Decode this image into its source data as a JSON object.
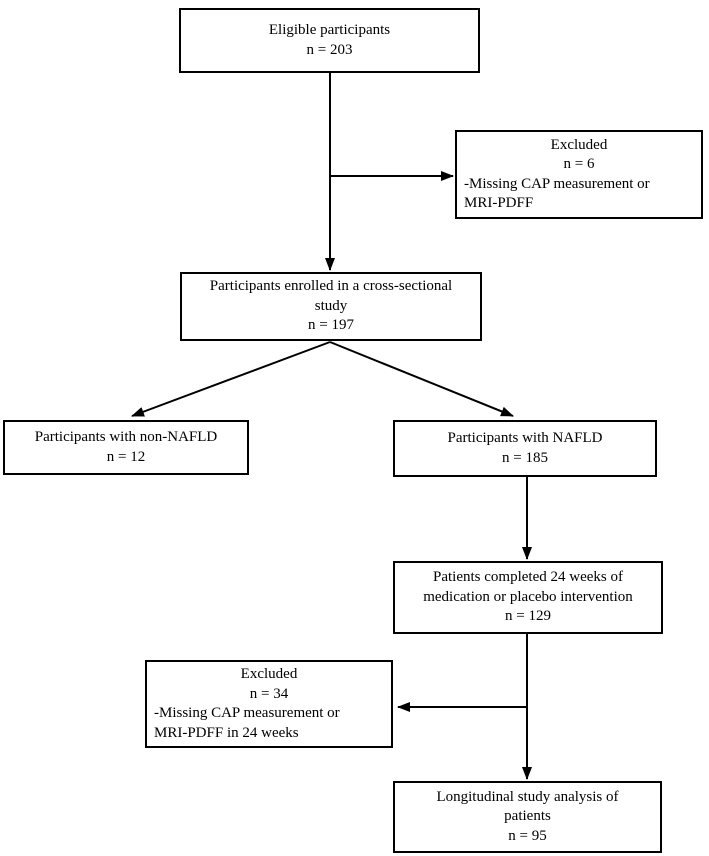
{
  "colors": {
    "background": "#ffffff",
    "box_border": "#000000",
    "connector": "#000000",
    "text": "#000000"
  },
  "diagram": {
    "type": "participant-flow-diagram",
    "boxes": {
      "eligible": {
        "lines": [
          "Eligible participants",
          "n = 203"
        ]
      },
      "excluded_baseline": {
        "lines": [
          "Excluded",
          "n = 6",
          "-Missing CAP measurement or",
          "MRI-PDFF"
        ]
      },
      "cross_sectional": {
        "lines": [
          "Participants enrolled in a cross-sectional",
          "study",
          "n = 197"
        ]
      },
      "non_nafld": {
        "lines": [
          "Participants with non-NAFLD",
          "n = 12"
        ]
      },
      "nafld": {
        "lines": [
          "Participants with NAFLD",
          "n = 185"
        ]
      },
      "completed_24w": {
        "lines": [
          "Patients completed 24 weeks of",
          "medication or placebo intervention",
          "n = 129"
        ]
      },
      "excluded_24w": {
        "lines": [
          "Excluded",
          "n = 34",
          "-Missing CAP measurement or",
          "MRI-PDFF in 24 weeks"
        ]
      },
      "longitudinal": {
        "lines": [
          "Longitudinal study analysis of",
          "patients",
          "n = 95"
        ]
      }
    }
  }
}
